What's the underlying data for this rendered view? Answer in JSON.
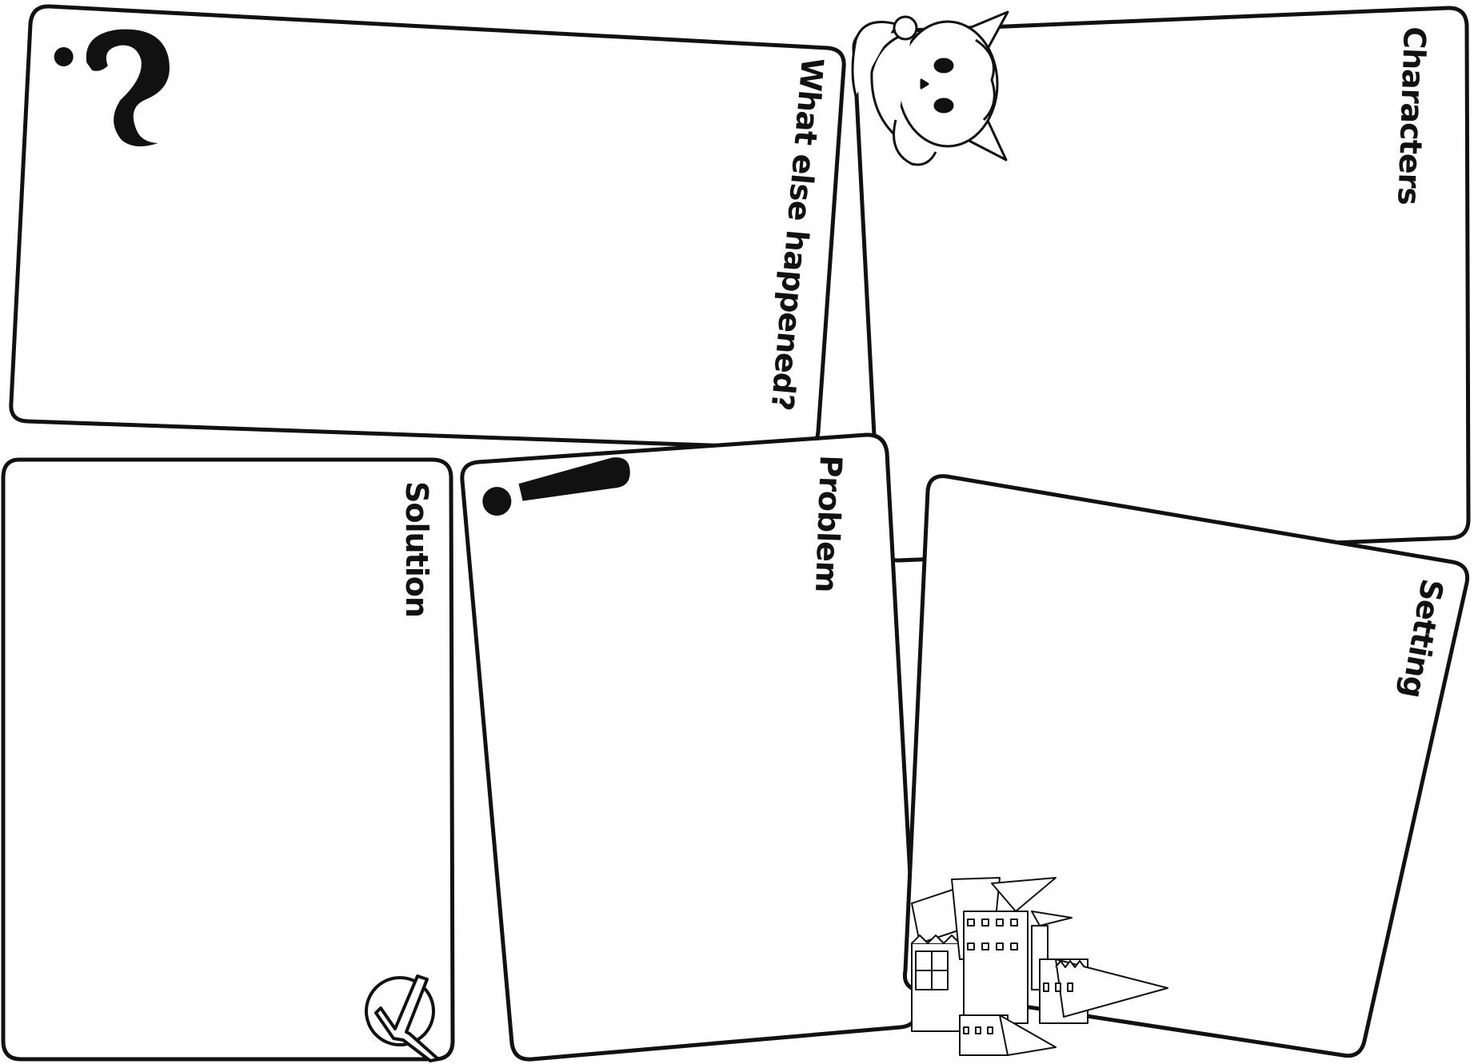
{
  "panels": {
    "what_else": {
      "title": "What else happened?",
      "icon": "question-mark-icon"
    },
    "characters": {
      "title": "Characters",
      "icon": "fox-character-illustration"
    },
    "solution": {
      "title": "Solution",
      "icon": "checkmark-circle-icon"
    },
    "problem": {
      "title": "Problem",
      "icon": "exclamation-mark-icon"
    },
    "setting": {
      "title": "Setting",
      "icon": "castle-illustration"
    }
  },
  "colors": {
    "ink": "#111111",
    "paper": "#ffffff"
  }
}
